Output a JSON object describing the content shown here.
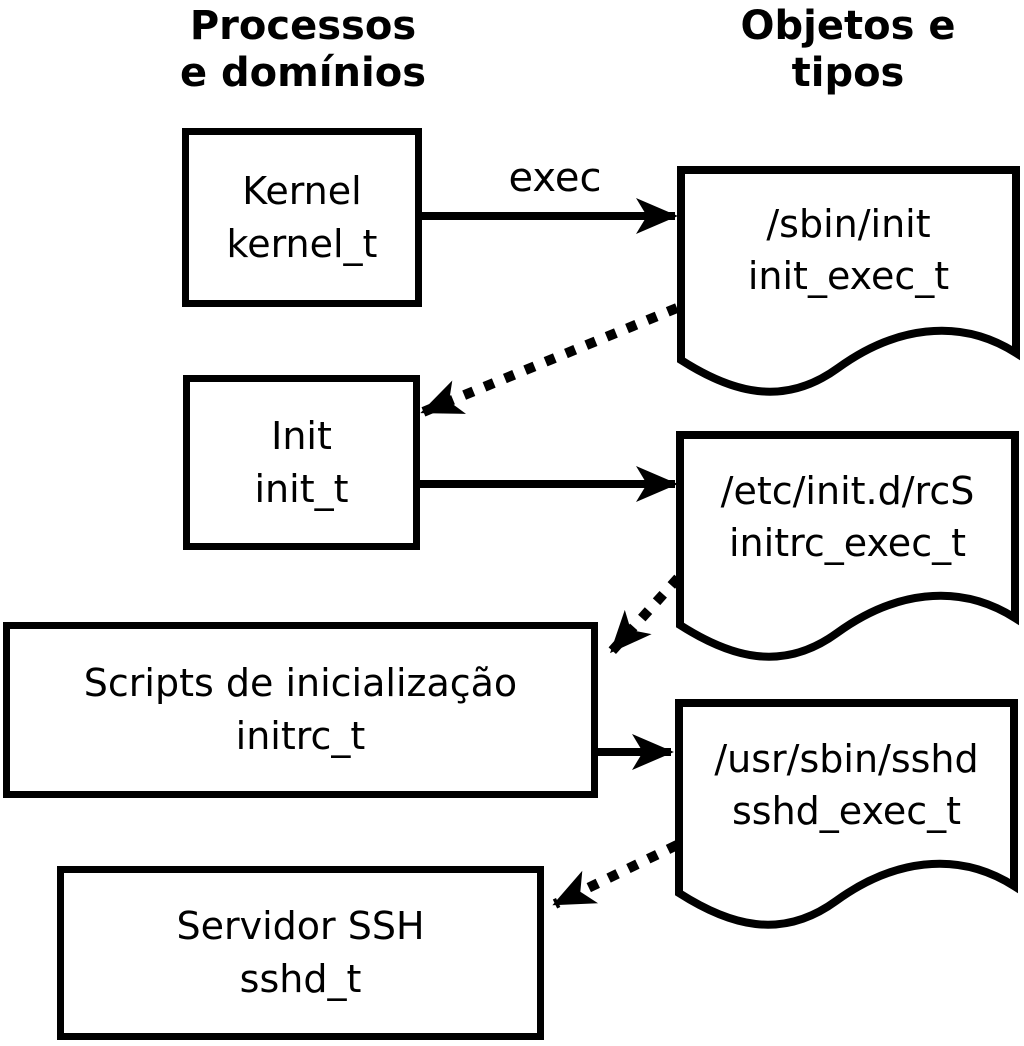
{
  "headers": {
    "left": {
      "line1": "Processos",
      "line2": "e domínios"
    },
    "right": {
      "line1": "Objetos e",
      "line2": "tipos"
    }
  },
  "arrow_label": "exec",
  "processes": [
    {
      "name": "Kernel",
      "type": "kernel_t"
    },
    {
      "name": "Init",
      "type": "init_t"
    },
    {
      "name": "Scripts de inicialização",
      "type": "initrc_t"
    },
    {
      "name": "Servidor SSH",
      "type": "sshd_t"
    }
  ],
  "objects": [
    {
      "path": "/sbin/init",
      "type": "init_exec_t"
    },
    {
      "path": "/etc/init.d/rcS",
      "type": "initrc_exec_t"
    },
    {
      "path": "/usr/sbin/sshd",
      "type": "sshd_exec_t"
    }
  ],
  "colors": {
    "line": "#000000",
    "fill": "#ffffff"
  }
}
